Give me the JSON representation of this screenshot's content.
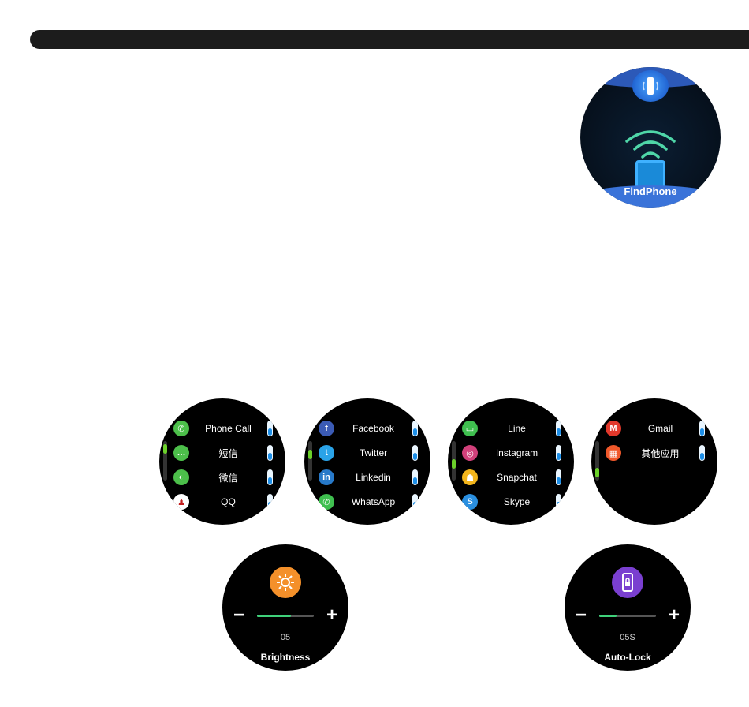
{
  "find_phone": {
    "label": "FindPhone",
    "icon": "phone-vibrate-icon"
  },
  "notifications": [
    {
      "items": [
        {
          "name": "Phone Call",
          "icon": "phone-icon",
          "color": "#4cbf4a",
          "glyph": "✆"
        },
        {
          "name": "短信",
          "icon": "message-icon",
          "color": "#4cbf4a",
          "glyph": "…"
        },
        {
          "name": "微信",
          "icon": "wechat-icon",
          "color": "#4cbf4a",
          "glyph": "◐"
        },
        {
          "name": "QQ",
          "icon": "qq-icon",
          "color": "#ffffff",
          "glyph": "♟"
        }
      ],
      "scroll_position": 0.1
    },
    {
      "items": [
        {
          "name": "Facebook",
          "icon": "facebook-icon",
          "color": "#3b5bb5",
          "glyph": "f"
        },
        {
          "name": "Twitter",
          "icon": "twitter-icon",
          "color": "#2aa3e8",
          "glyph": "t"
        },
        {
          "name": "Linkedin",
          "icon": "linkedin-icon",
          "color": "#2779c9",
          "glyph": "in"
        },
        {
          "name": "WhatsApp",
          "icon": "whatsapp-icon",
          "color": "#3fbf4f",
          "glyph": "✆"
        }
      ],
      "scroll_position": 0.3
    },
    {
      "items": [
        {
          "name": "Line",
          "icon": "line-icon",
          "color": "#3fbf4f",
          "glyph": "▭"
        },
        {
          "name": "Instagram",
          "icon": "instagram-icon",
          "color": "#d1407a",
          "glyph": "◎"
        },
        {
          "name": "Snapchat",
          "icon": "snapchat-icon",
          "color": "#f3b51c",
          "glyph": "☗"
        },
        {
          "name": "Skype",
          "icon": "skype-icon",
          "color": "#2a8fe0",
          "glyph": "S"
        }
      ],
      "scroll_position": 0.6
    },
    {
      "items": [
        {
          "name": "Gmail",
          "icon": "gmail-icon",
          "color": "#e2382b",
          "glyph": "M"
        },
        {
          "name": "其他应用",
          "icon": "other-apps-icon",
          "color": "#f0582a",
          "glyph": "▦"
        }
      ],
      "scroll_position": 0.9
    }
  ],
  "settings": [
    {
      "name": "Brightness",
      "value": "05",
      "icon": "brightness-icon",
      "color": "#f4902a",
      "level": 0.6,
      "minus": "−",
      "plus": "+"
    },
    {
      "name": "Auto-Lock",
      "value": "05S",
      "icon": "lock-icon",
      "color": "#7a3fd0",
      "level": 0.3,
      "minus": "−",
      "plus": "+"
    }
  ]
}
